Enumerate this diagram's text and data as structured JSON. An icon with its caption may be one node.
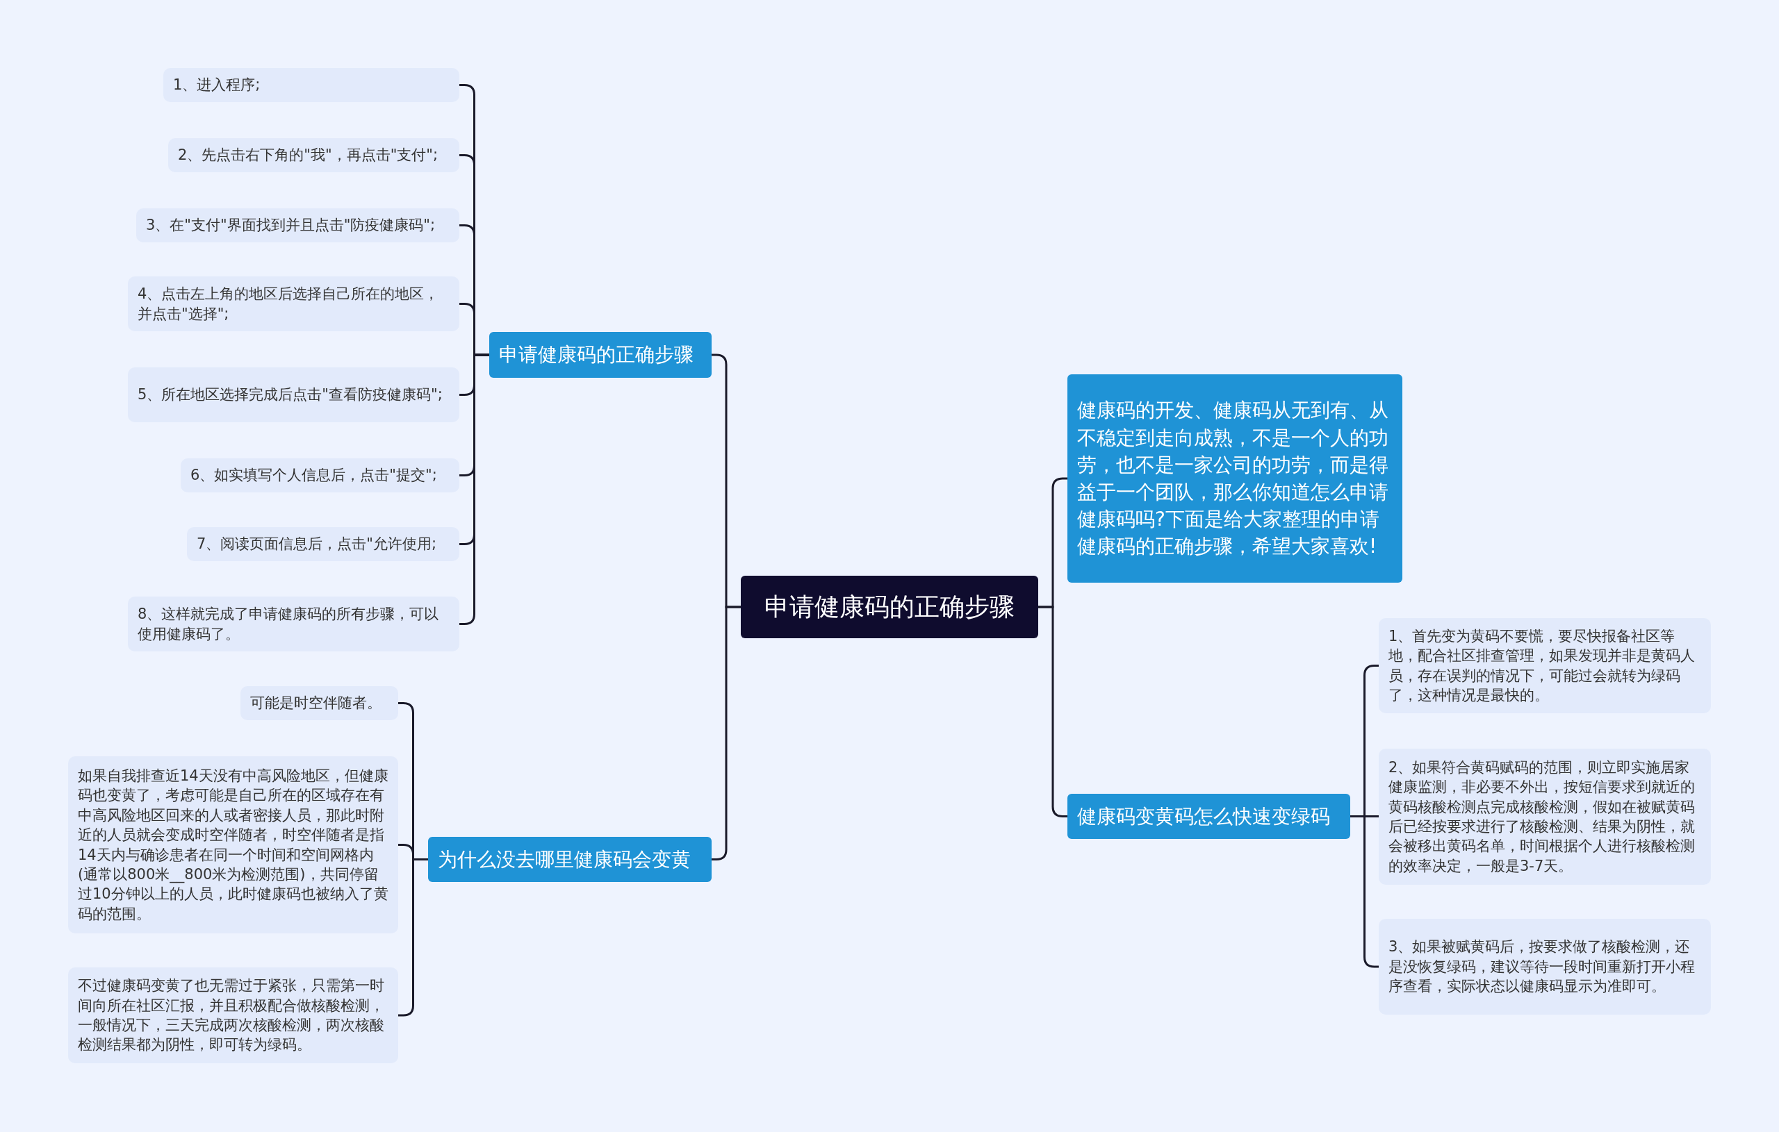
{
  "diagram": {
    "nodes": [
      {
        "text": [
          "申请健康码的正确步骤"
        ]
      },
      {
        "text": [
          "申请健康码的正确步骤"
        ]
      },
      {
        "text": [
          "1、进入程序;"
        ]
      },
      {
        "text": [
          "2、先点击右下角的\"我\"，再点击\"支付\";"
        ]
      },
      {
        "text": [
          "3、在\"支付\"界面找到并且点击\"防疫健康码\";"
        ]
      },
      {
        "text": [
          "4、点击左上角的地区后选择自己所在的地区，并点击\"选择\";"
        ]
      },
      {
        "text": [
          "5、所在地区选择完成后点击\"查看防疫健康码\";"
        ]
      },
      {
        "text": [
          "6、如实填写个人信息后，点击\"提交\";"
        ]
      },
      {
        "text": [
          "7、阅读页面信息后，点击\"允许使用;"
        ]
      },
      {
        "text": [
          "8、这样就完成了申请健康码的所有步骤，可以使用健康码了。"
        ]
      },
      {
        "text": [
          "为什么没去哪里健康码会变黄"
        ]
      },
      {
        "text": [
          "可能是时空伴随者。"
        ]
      },
      {
        "text": [
          "如果自我排查近14天没有中高风险地区，但健康码也变黄了，考虑可能是自己所在的区域存在有中高风险地区回来的人或者密接人员，那此时附近的人员就会变成时空伴随者，时空伴随者是指14天内与确诊患者在同一个时间和空间网格内(通常以800米__800米为检测范围)，共同停留过10分钟以上的人员，此时健康码也被纳入了黄码的范围。"
        ]
      },
      {
        "text": [
          "不过健康码变黄了也无需过于紧张，只需第一时间向所在社区汇报，并且积极配合做核酸检测，一般情况下，三天完成两次核酸检测，两次核酸检测结果都为阴性，即可转为绿码。"
        ]
      },
      {
        "text": [
          "健康码的开发、健康码从无到有、从不稳定到走向成熟，不是一个人的功劳，也不是一家公司的功劳，而是得益于一个团队，那么你知道怎么申请健康码吗?下面是给大家整理的申请健康码的正确步骤，希望大家喜欢!"
        ]
      },
      {
        "text": [
          "健康码变黄码怎么快速变绿码"
        ]
      },
      {
        "text": [
          "1、首先变为黄码不要慌，要尽快报备社区等地，配合社区排查管理，如果发现并非是黄码人员，存在误判的情况下，可能过会就转为绿码了，这种情况是最快的。"
        ]
      },
      {
        "text": [
          "2、如果符合黄码赋码的范围，则立即实施居家健康监测，非必要不外出，按短信要求到就近的黄码核酸检测点完成核酸检测，假如在被赋黄码后已经按要求进行了核酸检测、结果为阴性，就会被移出黄码名单，时间根据个人进行核酸检测的效率决定，一般是3-7天。"
        ]
      },
      {
        "text": [
          "3、如果被赋黄码后，按要求做了核酸检测，还是没恢复绿码，建议等待一段时间重新打开小程序查看，实际状态以健康码显示为准即可。"
        ]
      }
    ],
    "edges": [
      {
        "from": 0,
        "to": 1,
        "arrow": "none"
      },
      {
        "from": 1,
        "to": 2,
        "arrow": "none"
      },
      {
        "from": 1,
        "to": 3,
        "arrow": "none"
      },
      {
        "from": 1,
        "to": 4,
        "arrow": "none"
      },
      {
        "from": 1,
        "to": 5,
        "arrow": "none"
      },
      {
        "from": 1,
        "to": 6,
        "arrow": "none"
      },
      {
        "from": 1,
        "to": 7,
        "arrow": "none"
      },
      {
        "from": 1,
        "to": 8,
        "arrow": "none"
      },
      {
        "from": 1,
        "to": 9,
        "arrow": "none"
      },
      {
        "from": 0,
        "to": 10,
        "arrow": "none"
      },
      {
        "from": 10,
        "to": 11,
        "arrow": "none"
      },
      {
        "from": 10,
        "to": 12,
        "arrow": "none"
      },
      {
        "from": 10,
        "to": 13,
        "arrow": "none"
      },
      {
        "from": 0,
        "to": 14,
        "arrow": "none"
      },
      {
        "from": 0,
        "to": 15,
        "arrow": "none"
      },
      {
        "from": 15,
        "to": 16,
        "arrow": "none"
      },
      {
        "from": 15,
        "to": 17,
        "arrow": "none"
      },
      {
        "from": 15,
        "to": 18,
        "arrow": "none"
      }
    ]
  }
}
